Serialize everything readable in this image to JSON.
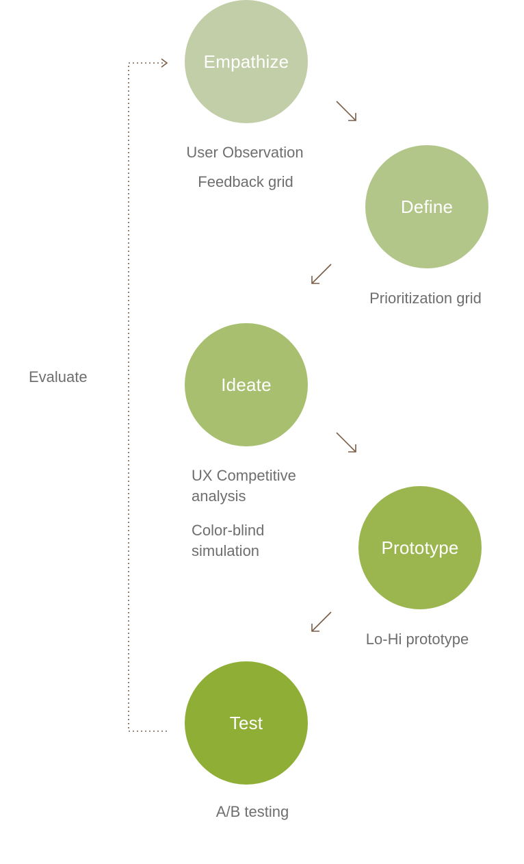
{
  "stages": [
    {
      "label": "Empathize",
      "color": "#c1cea8"
    },
    {
      "label": "Define",
      "color": "#b3c68a"
    },
    {
      "label": "Ideate",
      "color": "#a7bf6e"
    },
    {
      "label": "Prototype",
      "color": "#9cb64f"
    },
    {
      "label": "Test",
      "color": "#8fae35"
    }
  ],
  "notes": {
    "empathize": [
      "User Observation",
      "Feedback grid"
    ],
    "define": [
      "Prioritization grid"
    ],
    "ideate": [
      "UX Competitive analysis",
      "Color-blind simulation"
    ],
    "prototype": [
      "Lo-Hi prototype"
    ],
    "test": [
      "A/B testing"
    ]
  },
  "loop_label": "Evaluate",
  "colors": {
    "arrow": "#7a5c45",
    "text": "#6e6e6e",
    "loop": "#7a5c45"
  }
}
